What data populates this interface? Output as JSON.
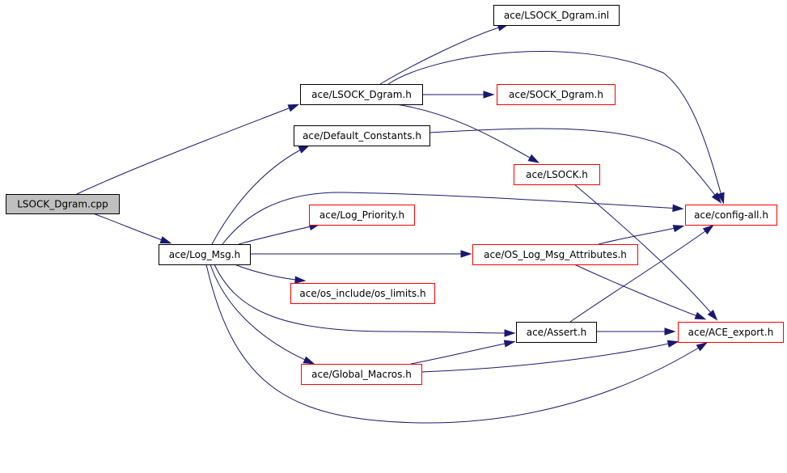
{
  "graph": {
    "edge_color": "#191970",
    "nodes": [
      {
        "id": "root",
        "label": "LSOCK_Dgram.cpp",
        "style": "root",
        "fill": "#bfbfbf",
        "stroke": "#000000"
      },
      {
        "id": "lsock_dgram_inl",
        "label": "ace/LSOCK_Dgram.inl",
        "style": "documented",
        "fill": "#ffffff",
        "stroke": "#000000"
      },
      {
        "id": "lsock_dgram_h",
        "label": "ace/LSOCK_Dgram.h",
        "style": "documented",
        "fill": "#ffffff",
        "stroke": "#000000"
      },
      {
        "id": "sock_dgram_h",
        "label": "ace/SOCK_Dgram.h",
        "style": "truncated",
        "fill": "#ffffff",
        "stroke": "#ff0000"
      },
      {
        "id": "default_constants_h",
        "label": "ace/Default_Constants.h",
        "style": "documented",
        "fill": "#ffffff",
        "stroke": "#000000"
      },
      {
        "id": "lsock_h",
        "label": "ace/LSOCK.h",
        "style": "truncated",
        "fill": "#ffffff",
        "stroke": "#ff0000"
      },
      {
        "id": "config_all_h",
        "label": "ace/config-all.h",
        "style": "truncated",
        "fill": "#ffffff",
        "stroke": "#ff0000"
      },
      {
        "id": "log_priority_h",
        "label": "ace/Log_Priority.h",
        "style": "truncated",
        "fill": "#ffffff",
        "stroke": "#ff0000"
      },
      {
        "id": "log_msg_h",
        "label": "ace/Log_Msg.h",
        "style": "documented",
        "fill": "#ffffff",
        "stroke": "#000000"
      },
      {
        "id": "os_log_msg_attributes_h",
        "label": "ace/OS_Log_Msg_Attributes.h",
        "style": "truncated",
        "fill": "#ffffff",
        "stroke": "#ff0000"
      },
      {
        "id": "os_limits_h",
        "label": "ace/os_include/os_limits.h",
        "style": "truncated",
        "fill": "#ffffff",
        "stroke": "#ff0000"
      },
      {
        "id": "assert_h",
        "label": "ace/Assert.h",
        "style": "documented",
        "fill": "#ffffff",
        "stroke": "#000000"
      },
      {
        "id": "ace_export_h",
        "label": "ace/ACE_export.h",
        "style": "truncated",
        "fill": "#ffffff",
        "stroke": "#ff0000"
      },
      {
        "id": "global_macros_h",
        "label": "ace/Global_Macros.h",
        "style": "truncated",
        "fill": "#ffffff",
        "stroke": "#ff0000"
      }
    ],
    "edges": [
      {
        "from": "root",
        "to": "lsock_dgram_h"
      },
      {
        "from": "root",
        "to": "log_msg_h"
      },
      {
        "from": "lsock_dgram_h",
        "to": "lsock_dgram_inl"
      },
      {
        "from": "lsock_dgram_h",
        "to": "config_all_h"
      },
      {
        "from": "lsock_dgram_h",
        "to": "sock_dgram_h"
      },
      {
        "from": "lsock_dgram_h",
        "to": "lsock_h"
      },
      {
        "from": "default_constants_h",
        "to": "config_all_h"
      },
      {
        "from": "lsock_h",
        "to": "ace_export_h"
      },
      {
        "from": "log_msg_h",
        "to": "default_constants_h"
      },
      {
        "from": "log_msg_h",
        "to": "config_all_h"
      },
      {
        "from": "log_msg_h",
        "to": "log_priority_h"
      },
      {
        "from": "log_msg_h",
        "to": "os_log_msg_attributes_h"
      },
      {
        "from": "log_msg_h",
        "to": "os_limits_h"
      },
      {
        "from": "log_msg_h",
        "to": "assert_h"
      },
      {
        "from": "log_msg_h",
        "to": "global_macros_h"
      },
      {
        "from": "log_msg_h",
        "to": "ace_export_h"
      },
      {
        "from": "os_log_msg_attributes_h",
        "to": "config_all_h"
      },
      {
        "from": "os_log_msg_attributes_h",
        "to": "ace_export_h"
      },
      {
        "from": "assert_h",
        "to": "config_all_h"
      },
      {
        "from": "assert_h",
        "to": "ace_export_h"
      },
      {
        "from": "global_macros_h",
        "to": "assert_h"
      },
      {
        "from": "global_macros_h",
        "to": "ace_export_h"
      }
    ]
  }
}
